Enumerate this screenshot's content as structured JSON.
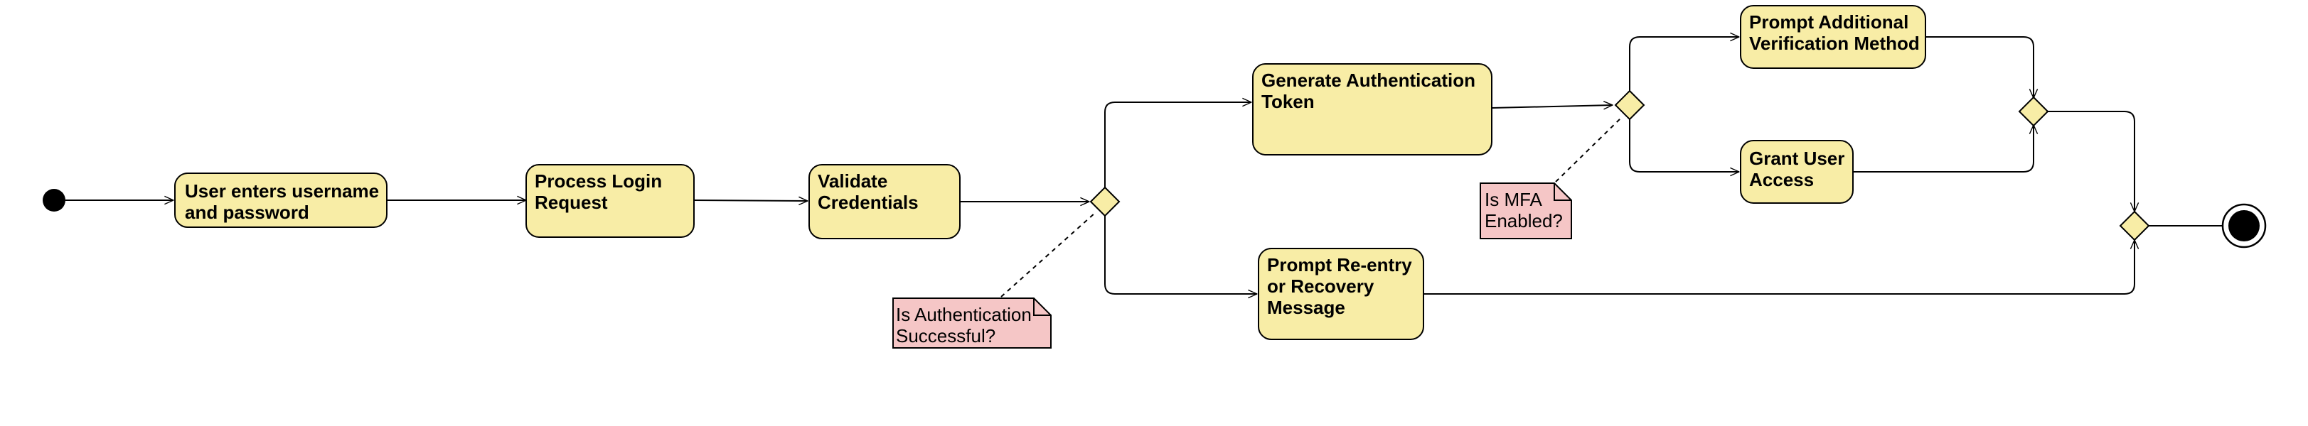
{
  "diagram": {
    "type": "activity",
    "colors": {
      "action_fill": "#f8eda6",
      "note_fill": "#f5c6c6",
      "stroke": "#000000"
    },
    "nodes": {
      "start": {
        "kind": "initial"
      },
      "enter_credentials": {
        "kind": "action",
        "lines": [
          "User enters username",
          "and password"
        ]
      },
      "process_login": {
        "kind": "action",
        "lines": [
          "Process Login",
          "Request"
        ]
      },
      "validate": {
        "kind": "action",
        "lines": [
          "Validate",
          "Credentials"
        ]
      },
      "auth_decision": {
        "kind": "decision"
      },
      "generate_token": {
        "kind": "action",
        "lines": [
          "Generate Authentication",
          "Token"
        ]
      },
      "reentry": {
        "kind": "action",
        "lines": [
          "Prompt Re-entry",
          "or Recovery",
          "Message"
        ]
      },
      "mfa_decision": {
        "kind": "decision"
      },
      "additional_verification": {
        "kind": "action",
        "lines": [
          "Prompt Additional",
          "Verification Method"
        ]
      },
      "grant_access": {
        "kind": "action",
        "lines": [
          "Grant User",
          "Access"
        ]
      },
      "mfa_merge": {
        "kind": "merge"
      },
      "final_merge": {
        "kind": "merge"
      },
      "end": {
        "kind": "final"
      }
    },
    "notes": {
      "auth_note": {
        "lines": [
          "Is Authentication",
          "Successful?"
        ]
      },
      "mfa_note": {
        "lines": [
          "Is MFA",
          "Enabled?"
        ]
      }
    }
  }
}
